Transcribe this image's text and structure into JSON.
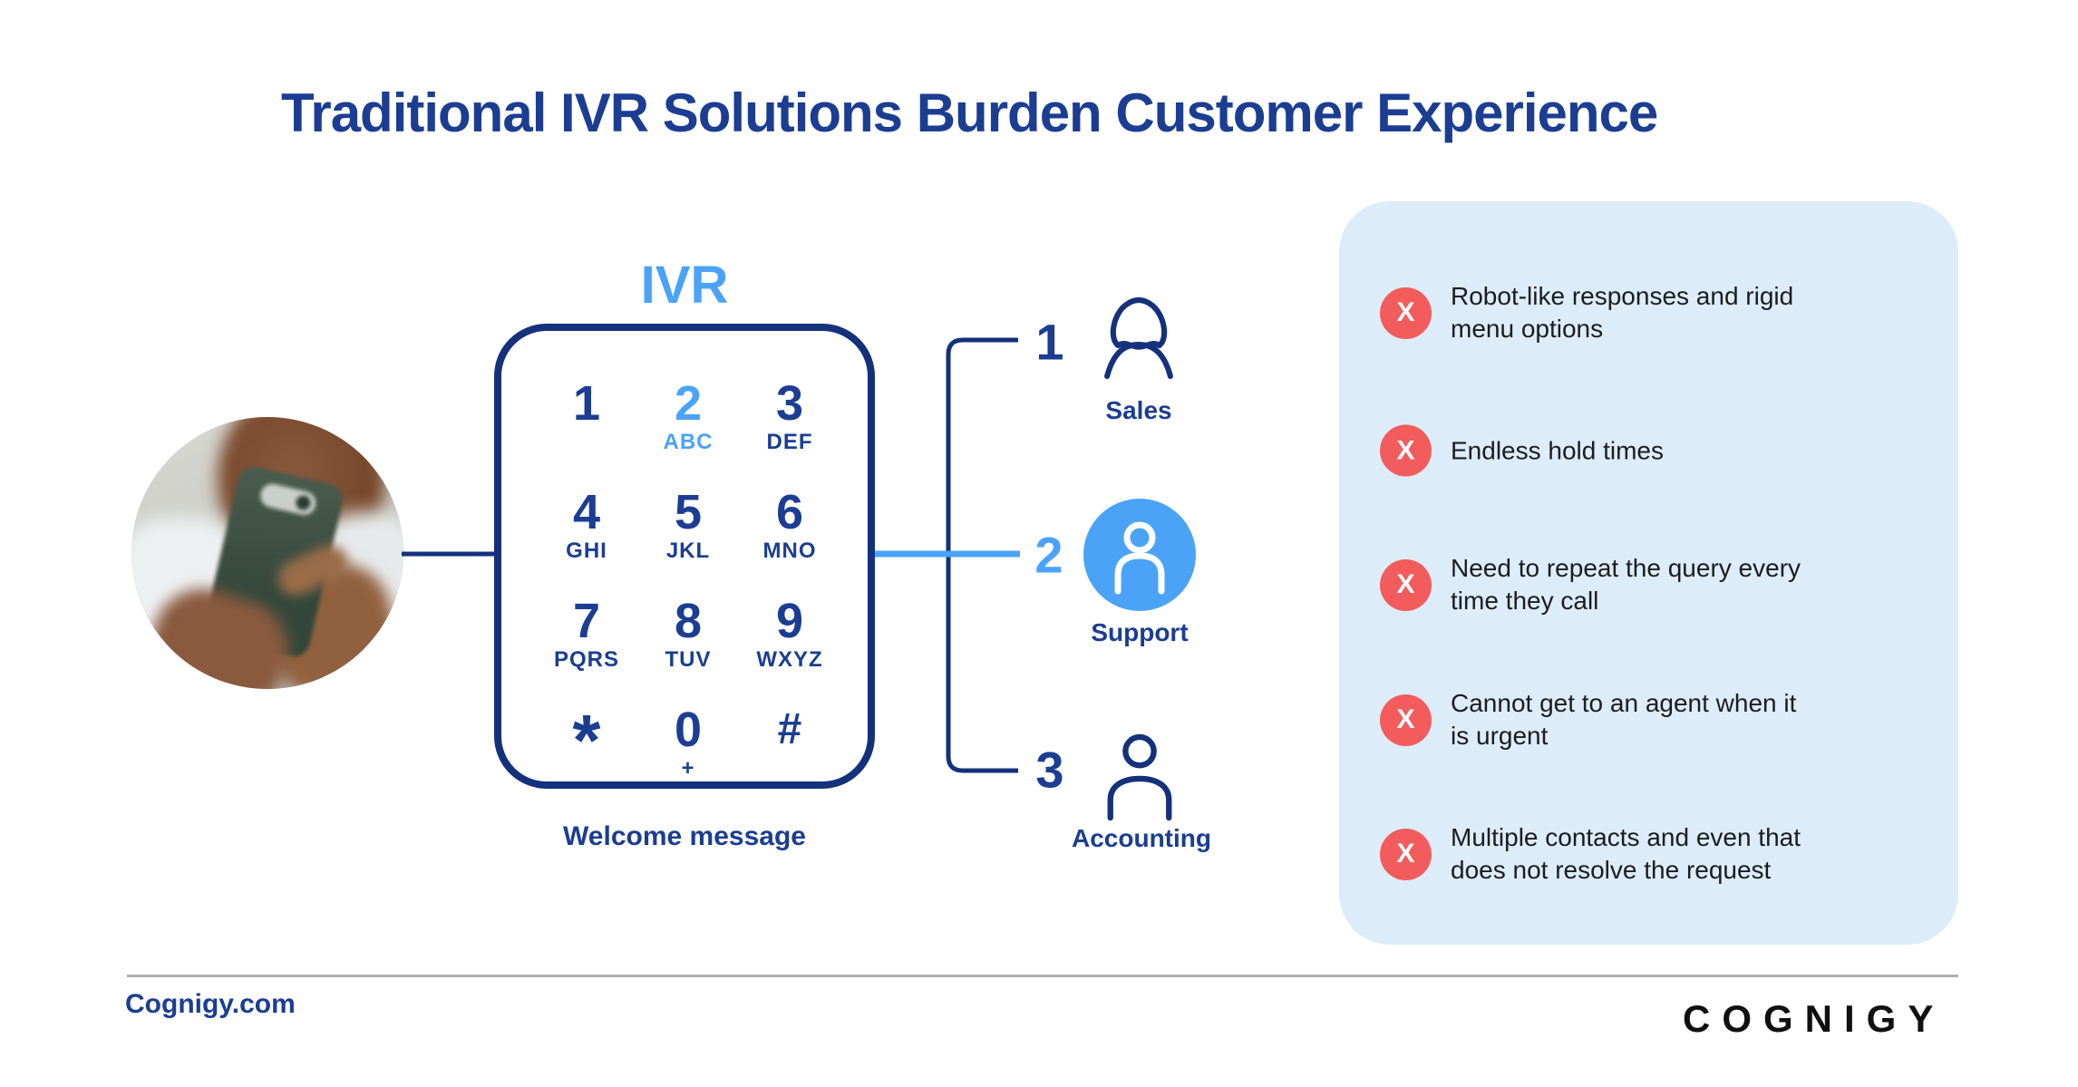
{
  "title": "Traditional IVR Solutions Burden Customer Experience",
  "ivr": {
    "label": "IVR",
    "caption": "Welcome message",
    "keys": [
      {
        "num": "1",
        "letters": "",
        "highlight": false
      },
      {
        "num": "2",
        "letters": "ABC",
        "highlight": true
      },
      {
        "num": "3",
        "letters": "DEF",
        "highlight": false
      },
      {
        "num": "4",
        "letters": "GHI",
        "highlight": false
      },
      {
        "num": "5",
        "letters": "JKL",
        "highlight": false
      },
      {
        "num": "6",
        "letters": "MNO",
        "highlight": false
      },
      {
        "num": "7",
        "letters": "PQRS",
        "highlight": false
      },
      {
        "num": "8",
        "letters": "TUV",
        "highlight": false
      },
      {
        "num": "9",
        "letters": "WXYZ",
        "highlight": false
      },
      {
        "num": "*",
        "letters": "",
        "highlight": false
      },
      {
        "num": "0",
        "letters": "+",
        "highlight": false
      },
      {
        "num": "#",
        "letters": "",
        "highlight": false
      }
    ]
  },
  "branches": [
    {
      "number": "1",
      "label": "Sales",
      "icon": "female-person-icon",
      "highlight": false
    },
    {
      "number": "2",
      "label": "Support",
      "icon": "person-icon",
      "highlight": true
    },
    {
      "number": "3",
      "label": "Accounting",
      "icon": "person-icon",
      "highlight": false
    }
  ],
  "issues": {
    "x_glyph": "X",
    "items": [
      "Robot-like responses and rigid\nmenu options",
      "Endless hold times",
      "Need to repeat the query every\ntime they call",
      "Cannot get to an agent when it\nis urgent",
      "Multiple contacts and even that\ndoes not resolve the request"
    ]
  },
  "footer": {
    "website": "Cognigy.com",
    "brand": "COGNIGY"
  },
  "colors": {
    "navy": "#1b3d92",
    "navy_deep": "#14317c",
    "accent": "#4aa3f7",
    "red": "#f25c5c",
    "panel_bg": "#ddecf9",
    "text_dark": "#1c1c1e",
    "divider": "#b0b0b3",
    "logo": "#101010"
  }
}
